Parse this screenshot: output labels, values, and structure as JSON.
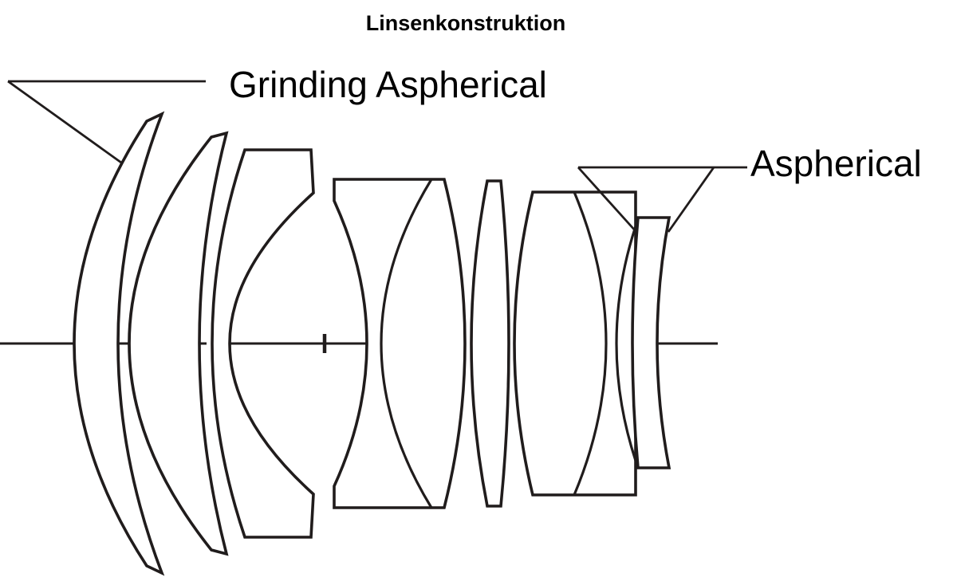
{
  "title": "Linsenkonstruktion",
  "annotations": {
    "grinding_aspherical": "Grinding Aspherical",
    "aspherical": "Aspherical"
  },
  "colors": {
    "background": "#ffffff",
    "line": "#201c1c",
    "text": "#000000",
    "glass_fill": "#ffffff",
    "grinding_aspherical_fill": "#c5dec2",
    "aspherical_fill": "#bfe3f5"
  },
  "diagram": {
    "type": "lens-cross-section",
    "glass_element_count": 9,
    "group_count": 7,
    "highlighted_elements": [
      {
        "id": "element-1-front-meniscus",
        "label": "Grinding Aspherical",
        "fill": "#c5dec2"
      },
      {
        "id": "element-9-rear-meniscus",
        "label": "Aspherical",
        "fill": "#bfe3f5"
      }
    ]
  }
}
